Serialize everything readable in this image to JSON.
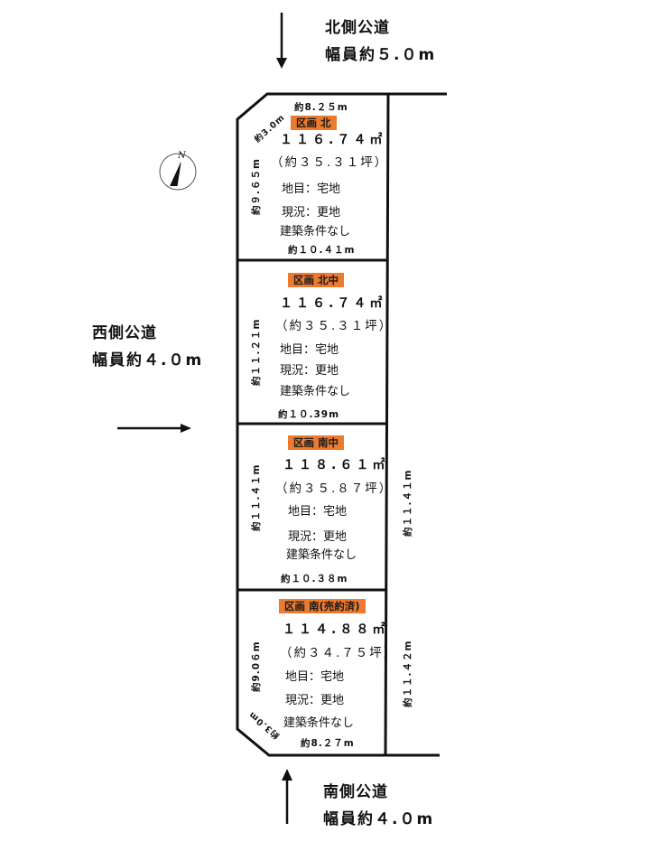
{
  "roads": {
    "north": {
      "name": "北側公道",
      "width": "幅員約５.０m"
    },
    "west": {
      "name": "西側公道",
      "width": "幅員約４.０m"
    },
    "south": {
      "name": "南側公道",
      "width": "幅員約４.０m"
    }
  },
  "compass": {
    "label": "N",
    "icon": "north-arrow-icon"
  },
  "lots": [
    {
      "name": "区画 北",
      "area_sqm": "１１６.７４㎡",
      "area_tsubo": "（約３５.３１坪）",
      "land_category": "地目：宅地",
      "current_state": "現況：更地",
      "condition": "建築条件なし",
      "dims": {
        "top": "約8.２５m",
        "bottom": "約１０.４１m",
        "left": "約９.６５m",
        "corner": "約3.0m"
      }
    },
    {
      "name": "区画 北中",
      "area_sqm": "１１６.７４㎡",
      "area_tsubo": "（約３５.３１坪）",
      "land_category": "地目：宅地",
      "current_state": "現況：更地",
      "condition": "建築条件なし",
      "dims": {
        "bottom": "約１０.39m",
        "left": "約１１.２１m"
      }
    },
    {
      "name": "区画 南中",
      "area_sqm": "１１８.６１㎡",
      "area_tsubo": "（約３５.８７坪）",
      "land_category": "地目：宅地",
      "current_state": "現況：更地",
      "condition": "建築条件なし",
      "dims": {
        "bottom": "約１０.３８m",
        "left": "約１１.４１m",
        "right": "約１１.４１m"
      }
    },
    {
      "name": "区画 南(売約済)",
      "area_sqm": "１１４.８８㎡",
      "area_tsubo": "（約３４.７５坪）",
      "land_category": "地目：宅地",
      "current_state": "現況：更地",
      "condition": "建築条件なし",
      "dims": {
        "bottom": "約8.２７m",
        "left": "約9.0６m",
        "right": "約１１.４２m",
        "corner": "約3.0m"
      }
    }
  ],
  "colors": {
    "badge": "#ec7a2f",
    "line": "#111111"
  }
}
